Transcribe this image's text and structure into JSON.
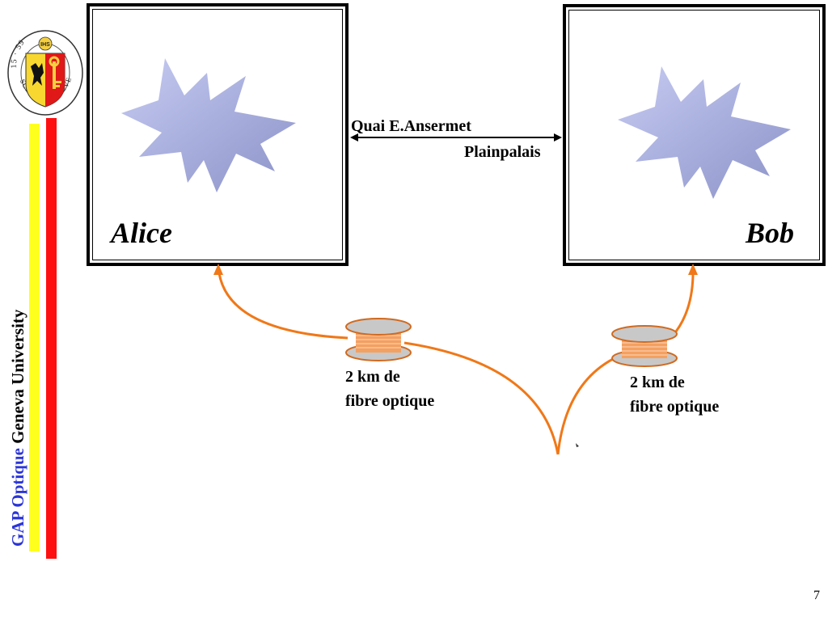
{
  "sidebar": {
    "brand_text": "GAP Optique",
    "university_text": "Geneva University",
    "colors": {
      "yellow_bar": "#ffff1e",
      "red_bar": "#ff1010",
      "brand": "#2b35d8"
    }
  },
  "logo": {
    "icon": "university-seal-icon",
    "seal_text": "SCHOLA GENEVENSIS",
    "year_left": "15",
    "year_right": "59",
    "monogram": "IHS"
  },
  "nodes": {
    "alice": {
      "label": "Alice"
    },
    "bob": {
      "label": "Bob"
    }
  },
  "link": {
    "from_label": "Quai E.Ansermet",
    "to_label": "Plainpalais"
  },
  "spools": [
    {
      "line1": "2 km de",
      "line2": "fibre optique"
    },
    {
      "line1": "2 km de",
      "line2": "fibre optique"
    }
  ],
  "colors": {
    "fiber": "#f07818",
    "explosion": "#a9b0de"
  },
  "page_number": "7"
}
